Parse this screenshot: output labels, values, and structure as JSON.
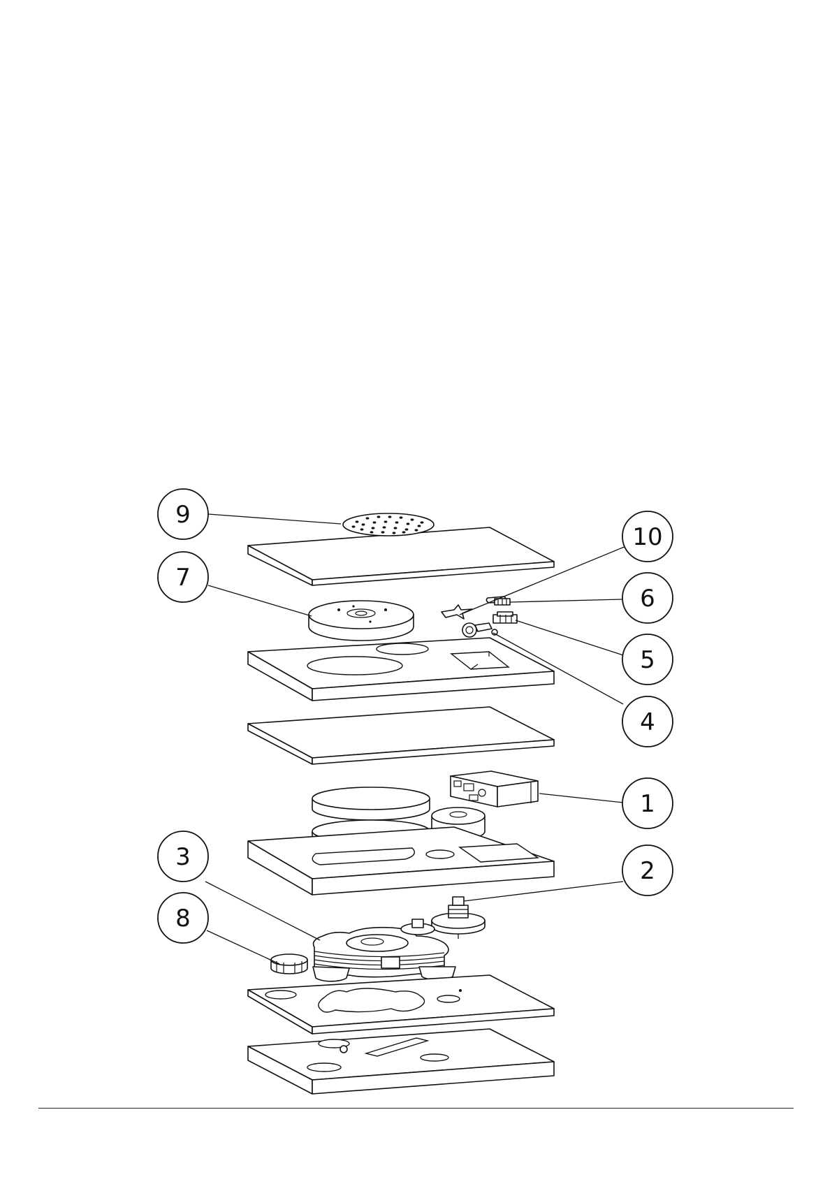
{
  "diagram": {
    "callouts": [
      {
        "id": "9",
        "label": "9"
      },
      {
        "id": "7",
        "label": "7"
      },
      {
        "id": "10",
        "label": "10"
      },
      {
        "id": "6",
        "label": "6"
      },
      {
        "id": "5",
        "label": "5"
      },
      {
        "id": "4",
        "label": "4"
      },
      {
        "id": "1",
        "label": "1"
      },
      {
        "id": "3",
        "label": "3"
      },
      {
        "id": "2",
        "label": "2"
      },
      {
        "id": "8",
        "label": "8"
      }
    ]
  }
}
